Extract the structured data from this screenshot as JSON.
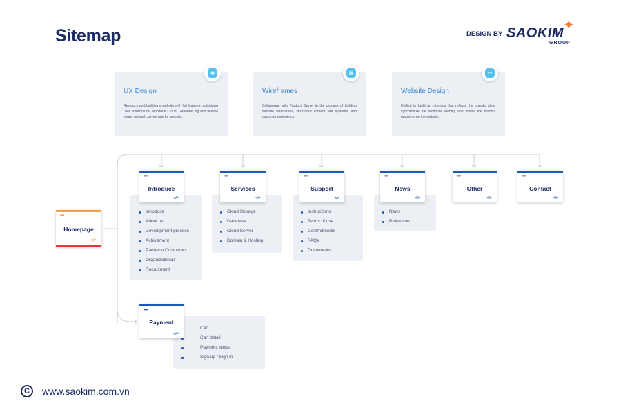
{
  "header": {
    "title": "Sitemap",
    "brand_prefix": "DESIGN BY",
    "brand_name": "SAOKIM",
    "brand_group": "GROUP"
  },
  "panels": [
    {
      "title": "UX Design",
      "icon": "eye-icon",
      "text": "Research and building a website with full features, optimizing user solutions for Mobifone Cloud. Generate big and flexible ideas, optimal convert rate for website."
    },
    {
      "title": "Wireframes",
      "icon": "layout-icon",
      "text": "Collaborate with Product Owner in the process of building website wireframes, structured content site systems, and customer experience."
    },
    {
      "title": "Website Design",
      "icon": "browser-icon",
      "text": "Unified to build an interface that reflects the brand's idea, synchronize the Mobifone identity and solves the brand's problems on the website."
    }
  ],
  "card_code": "</>",
  "card_dots": "•••",
  "homepage": "Homepage",
  "sections": [
    {
      "name": "Introduce",
      "items": [
        "Introduce",
        "About us",
        "Development process",
        "Achivement",
        "Partners/ Customers",
        "Organizational",
        "Recruitment"
      ]
    },
    {
      "name": "Services",
      "items": [
        "Cloud Storage",
        "Database",
        "Cloud Server",
        "Domain & Hosting"
      ]
    },
    {
      "name": "Support",
      "items": [
        "Instructions",
        "Terms of use",
        "Commitments",
        "FAQs",
        "Documents"
      ]
    },
    {
      "name": "News",
      "items": [
        "News",
        "Promotion"
      ]
    },
    {
      "name": "Other",
      "items": []
    },
    {
      "name": "Contact",
      "items": []
    }
  ],
  "payment": {
    "name": "Payment",
    "items": [
      "Cart",
      "Cart detail",
      "Payment steps",
      "Sign up / Sign in"
    ]
  },
  "footer": {
    "copyright_symbol": "C",
    "url": "www.saokim.com.vn"
  },
  "colors": {
    "accent_blue": "#1e5ab3",
    "panel_title": "#3a88d8",
    "navy": "#1d2c63",
    "home_top": "#f2a14b",
    "home_bottom": "#e23a3a"
  }
}
